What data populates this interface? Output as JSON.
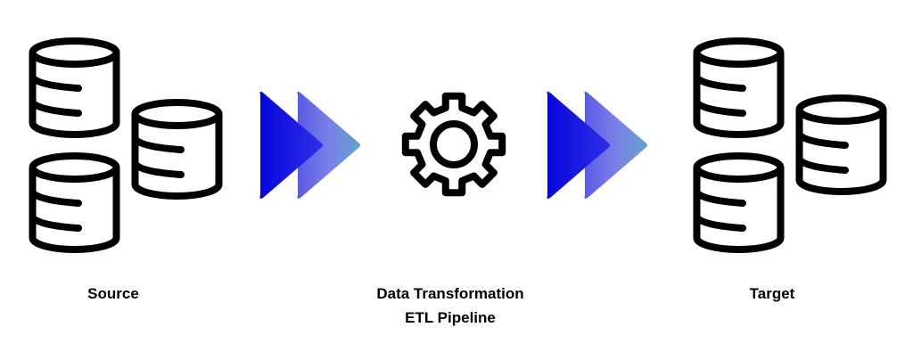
{
  "labels": {
    "source": "Source",
    "transform_line1": "Data Transformation",
    "transform_line2": "ETL Pipeline",
    "target": "Target"
  },
  "icons": {
    "database": "database-icon",
    "arrow": "fast-forward-arrow-icon",
    "gear": "gear-icon"
  },
  "colors": {
    "arrow_dark": "#0a0ae0",
    "arrow_mid": "#3535e6",
    "arrow_light": "#7a80e8",
    "arrow_tip": "#5fa0d0",
    "stroke": "#000000"
  }
}
